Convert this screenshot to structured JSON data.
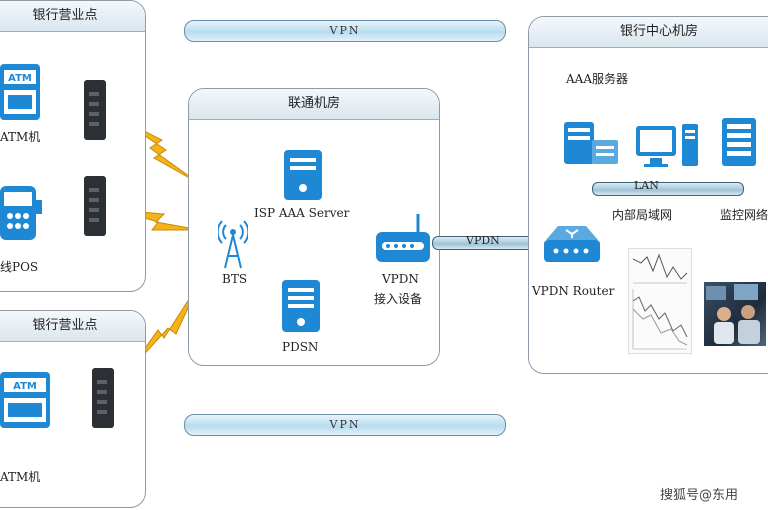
{
  "branch_top": {
    "title": "银行营业点",
    "atm_label": "ATM机",
    "pos_label": "线POS"
  },
  "branch_bottom": {
    "title": "银行营业点",
    "atm_label": "ATM机"
  },
  "carrier": {
    "title": "联通机房",
    "isp_label": "ISP AAA Server",
    "bts_label": "BTS",
    "pdsn_label": "PDSN",
    "vpdn_label_1": "VPDN",
    "vpdn_label_2": "接入设备"
  },
  "bank_center": {
    "title": "银行中心机房",
    "aaa_label": "AAA服务器",
    "lan_label": "LAN",
    "intranet_label": "内部局域网",
    "monitor_label": "监控网络",
    "router_label": "VPDN Router"
  },
  "tunnels": {
    "top": "VPN",
    "bottom": "VPN",
    "link": "VPDN"
  },
  "icon_text": {
    "atm": "ATM"
  },
  "watermark": "搜狐号@东用",
  "colors": {
    "accent": "#1e88d4",
    "lightning": "#f6b21a",
    "panel_border": "#8e9aa6"
  }
}
